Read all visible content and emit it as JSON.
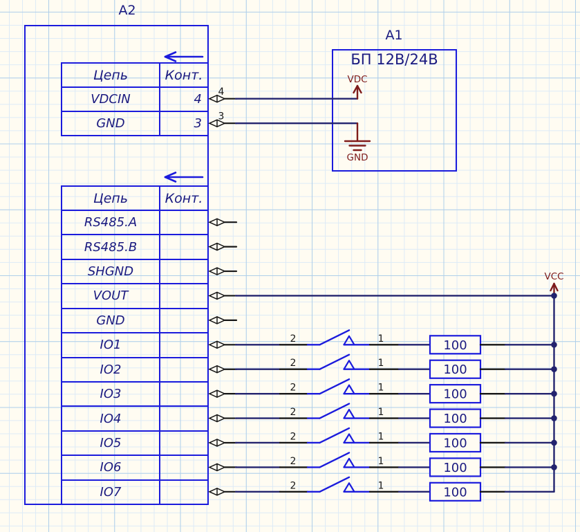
{
  "colors": {
    "background": "#FFFCF2",
    "grid_minor": "#DCEAF7",
    "grid_major": "#AFCFE9",
    "graphic_blue": "#1B1BDC",
    "text_navy": "#1A1A80",
    "wire_navy": "#23236E",
    "pin_black": "#161616",
    "power_dark_red": "#7E1B1B"
  },
  "blocks": {
    "a2": {
      "ref": "A2"
    },
    "a1": {
      "ref": "A1",
      "title": "БП 12В/24В"
    }
  },
  "tables": {
    "power": {
      "header": {
        "net": "Цепь",
        "pin": "Конт."
      },
      "rows": [
        {
          "net": "VDCIN",
          "pin": "4"
        },
        {
          "net": "GND",
          "pin": "3"
        }
      ]
    },
    "io": {
      "header": {
        "net": "Цепь",
        "pin": "Конт."
      },
      "rows": [
        {
          "net": "RS485.A",
          "pin": ""
        },
        {
          "net": "RS485.B",
          "pin": ""
        },
        {
          "net": "SHGND",
          "pin": ""
        },
        {
          "net": "VOUT",
          "pin": ""
        },
        {
          "net": "GND",
          "pin": ""
        },
        {
          "net": "IO1",
          "pin": ""
        },
        {
          "net": "IO2",
          "pin": ""
        },
        {
          "net": "IO3",
          "pin": ""
        },
        {
          "net": "IO4",
          "pin": ""
        },
        {
          "net": "IO5",
          "pin": ""
        },
        {
          "net": "IO6",
          "pin": ""
        },
        {
          "net": "IO7",
          "pin": ""
        }
      ]
    }
  },
  "power_symbols": {
    "vdc": "VDC",
    "gnd": "GND",
    "vcc": "VCC"
  },
  "switch": {
    "pin_left": "2",
    "pin_right": "1"
  },
  "resistor": {
    "value": "100"
  }
}
